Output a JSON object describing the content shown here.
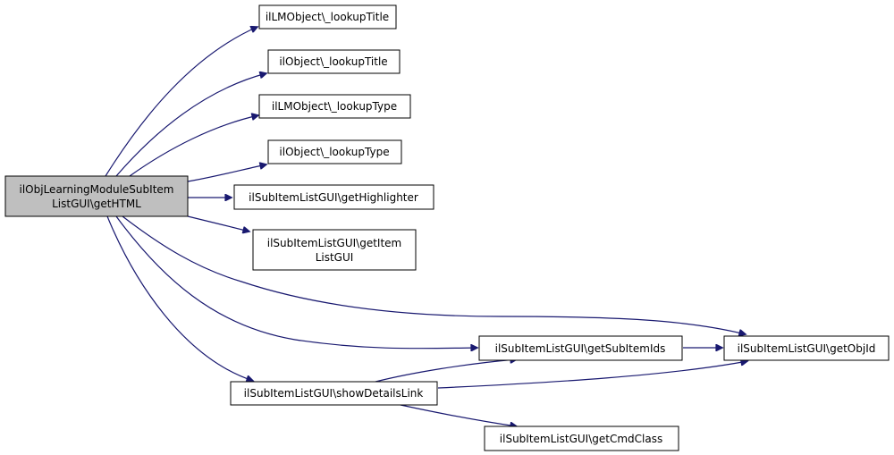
{
  "colors": {
    "edge": "#191970",
    "root_fill": "#bfbfbf",
    "node_fill": "#ffffff",
    "border": "#000000"
  },
  "nodes": {
    "root": {
      "lines": [
        "ilObjLearningModuleSubItem",
        "ListGUI\\getHTML"
      ]
    },
    "lm_lookupTitle": {
      "lines": [
        "ilLMObject\\_lookupTitle"
      ]
    },
    "obj_lookupTitle": {
      "lines": [
        "ilObject\\_lookupTitle"
      ]
    },
    "lm_lookupType": {
      "lines": [
        "ilLMObject\\_lookupType"
      ]
    },
    "obj_lookupType": {
      "lines": [
        "ilObject\\_lookupType"
      ]
    },
    "getHighlighter": {
      "lines": [
        "ilSubItemListGUI\\getHighlighter"
      ]
    },
    "getItemListGUI": {
      "lines": [
        "ilSubItemListGUI\\getItem",
        "ListGUI"
      ]
    },
    "getObjId": {
      "lines": [
        "ilSubItemListGUI\\getObjId"
      ]
    },
    "getSubItemIds": {
      "lines": [
        "ilSubItemListGUI\\getSubItemIds"
      ]
    },
    "showDetailsLink": {
      "lines": [
        "ilSubItemListGUI\\showDetailsLink"
      ]
    },
    "getCmdClass": {
      "lines": [
        "ilSubItemListGUI\\getCmdClass"
      ]
    }
  },
  "edges": [
    {
      "from": "root",
      "to": "lm_lookupTitle"
    },
    {
      "from": "root",
      "to": "obj_lookupTitle"
    },
    {
      "from": "root",
      "to": "lm_lookupType"
    },
    {
      "from": "root",
      "to": "obj_lookupType"
    },
    {
      "from": "root",
      "to": "getHighlighter"
    },
    {
      "from": "root",
      "to": "getItemListGUI"
    },
    {
      "from": "root",
      "to": "getObjId"
    },
    {
      "from": "root",
      "to": "getSubItemIds"
    },
    {
      "from": "root",
      "to": "showDetailsLink"
    },
    {
      "from": "getSubItemIds",
      "to": "getObjId"
    },
    {
      "from": "showDetailsLink",
      "to": "getSubItemIds"
    },
    {
      "from": "showDetailsLink",
      "to": "getObjId"
    },
    {
      "from": "showDetailsLink",
      "to": "getCmdClass"
    }
  ]
}
